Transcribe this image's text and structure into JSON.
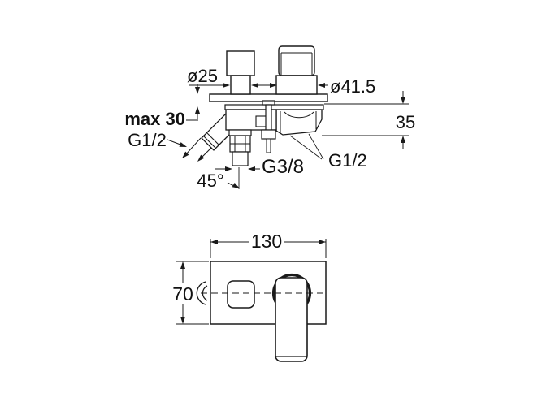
{
  "drawing": {
    "type": "technical-dimension-drawing",
    "subject": "wall-mounted single-lever bath mixer, side view and front view",
    "colors": {
      "line": "#1a1a1a",
      "background": "#ffffff",
      "text": "#111111"
    },
    "side_view": {
      "labels": {
        "spout_diameter": "ø25",
        "cartridge_diameter": "ø41.5",
        "max_wall_thickness": "max 30",
        "shower_hose_thread": "G1/2",
        "spout_angle": "45°",
        "drain_thread": "G3/8",
        "inlet_thread": "G1/2",
        "body_depth": "35"
      }
    },
    "front_view": {
      "labels": {
        "plate_width": "130",
        "plate_height": "70"
      }
    }
  }
}
